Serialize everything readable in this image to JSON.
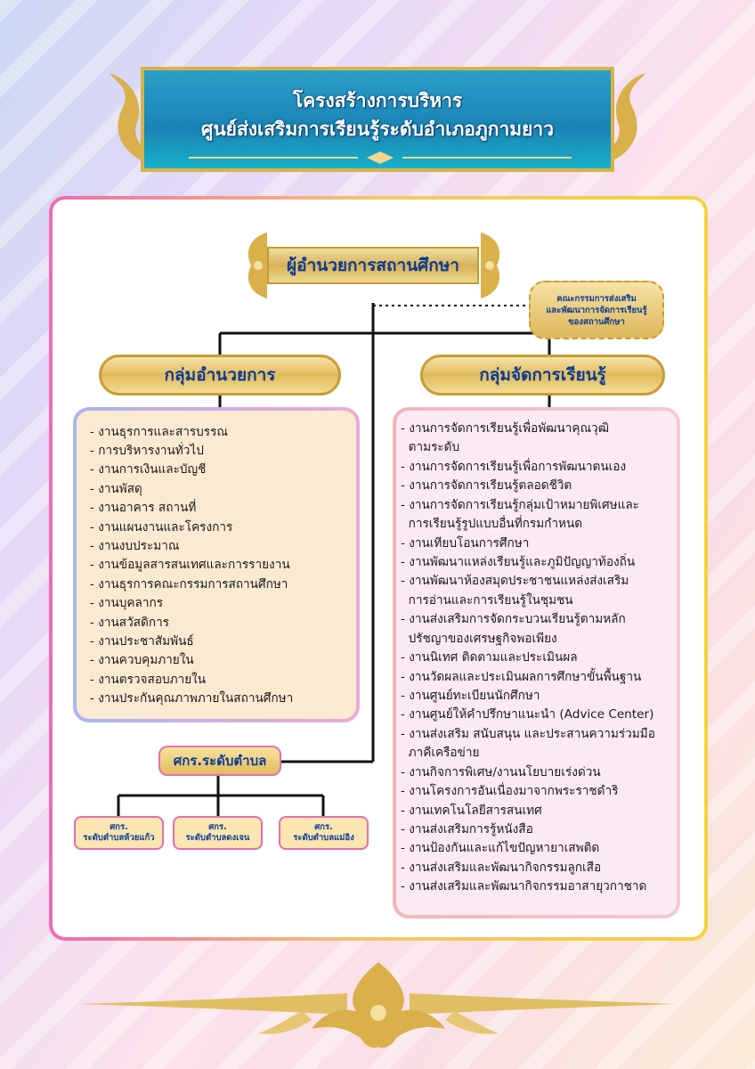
{
  "header": {
    "title_line1": "โครงสร้างการบริหาร",
    "title_line2": "ศูนย์ส่งเสริมการเรียนรู้ระดับอำเภอภูกามยาว"
  },
  "director": "ผู้อำนวยการสถานศึกษา",
  "committee": {
    "line1": "คณะกรรมการส่งเสริม",
    "line2": "และพัฒนาการจัดการเรียนรู้",
    "line3": "ของสถานศึกษา"
  },
  "admin_group": {
    "label": "กลุ่มอำนวยการ",
    "items": [
      "- งานธุรการและสารบรรณ",
      "- การบริหารงานทั่วไป",
      "- งานการเงินและบัญชี",
      "- งานพัสดุ",
      "- งานอาคาร สถานที่",
      "- งานแผนงานและโครงการ",
      "- งานงบประมาณ",
      "- งานข้อมูลสารสนเทศและการรายงาน",
      "- งานธุรการคณะกรรมการสถานศึกษา",
      "- งานบุคลากร",
      "- งานสวัสดิการ",
      "- งานประชาสัมพันธ์",
      "- งานควบคุมภายใน",
      "- งานตรวจสอบภายใน",
      "- งานประกันคุณภาพภายในสถานศึกษา"
    ]
  },
  "learn_group": {
    "label": "กลุ่มจัดการเรียนรู้",
    "items": [
      "- งานการจัดการเรียนรู้เพื่อพัฒนาคุณวุฒิ",
      "  ตามระดับ",
      "- งานการจัดการเรียนรู้เพื่อการพัฒนาตนเอง",
      "- งานการจัดการเรียนรู้ตลอดชีวิต",
      "- งานการจัดการเรียนรู้กลุ่มเป้าหมายพิเศษและ",
      "  การเรียนรู้รูปแบบอื่นที่กรมกำหนด",
      "- งานเทียบโอนการศึกษา",
      "- งานพัฒนาแหล่งเรียนรู้และภูมิปัญญาท้องถิ่น",
      "- งานพัฒนาห้องสมุดประชาชนแหล่งส่งเสริม",
      "  การอ่านและการเรียนรู้ในชุมชน",
      "- งานส่งเสริมการจัดกระบวนเรียนรู้ตามหลัก",
      "  ปรัชญาของเศรษฐกิจพอเพียง",
      "- งานนิเทศ ติดตามและประเมินผล",
      "- งานวัดผลและประเมินผลการศึกษาขั้นพื้นฐาน",
      "- งานศูนย์ทะเบียนนักศึกษา",
      "- งานศูนย์ให้คำปรึกษาแนะนำ (Advice Center)",
      "- งานส่งเสริม สนับสนุน และประสานความร่วมมือ",
      "  ภาคีเครือข่าย",
      "- งานกิจการพิเศษ/งานนโยบายเร่งด่วน",
      "- งานโครงการอันเนื่องมาจากพระราชดำริ",
      "- งานเทคโนโลยีสารสนเทศ",
      "- งานส่งเสริมการรู้หนังสือ",
      "- งานป้องกันและแก้ไขปัญหายาเสพติด",
      "- งานส่งเสริมและพัฒนากิจกรรมลูกเสือ",
      "- งานส่งเสริมและพัฒนากิจกรรมอาสายุวกาชาด"
    ]
  },
  "subdistrict": {
    "label": "ศกร.ระดับตำบล",
    "units": [
      {
        "line1": "ศกร.",
        "line2": "ระดับตำบลห้วยแก้ว"
      },
      {
        "line1": "ศกร.",
        "line2": "ระดับตำบลดงเจน"
      },
      {
        "line1": "ศกร.",
        "line2": "ระดับตำบลแม่อิง"
      }
    ]
  },
  "colors": {
    "title_bg": "#1a84b5",
    "gold": "#d7b158",
    "text_blue": "#0c3b95",
    "pink_border": "#e46fae"
  }
}
